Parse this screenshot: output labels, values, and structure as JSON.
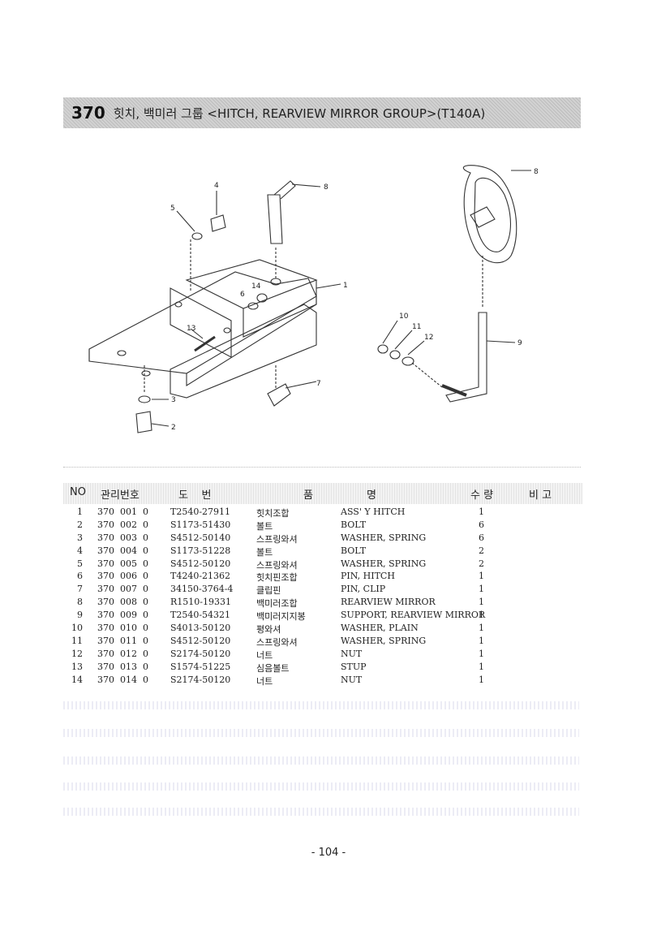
{
  "title": {
    "number": "370",
    "text": "힛치, 백미러 그룹 <HITCH, REARVIEW MIRROR GROUP>(T140A)"
  },
  "diagram_labels": [
    "1",
    "2",
    "3",
    "4",
    "5",
    "6",
    "7",
    "8",
    "8",
    "9",
    "10",
    "11",
    "12",
    "13",
    "14"
  ],
  "table": {
    "headers": {
      "no": "NO",
      "code": "관리번호",
      "part": "도    번",
      "name_kr": "품",
      "name_en": "명",
      "qty": "수 량",
      "remark": "비 고"
    },
    "rows": [
      {
        "no": "1",
        "code": "370  001  0",
        "part": "T2540-27911",
        "kr": "힛치조합",
        "en": "ASS' Y HITCH",
        "qty": "1"
      },
      {
        "no": "2",
        "code": "370  002  0",
        "part": "S1173-51430",
        "kr": "볼트",
        "en": "BOLT",
        "qty": "6"
      },
      {
        "no": "3",
        "code": "370  003  0",
        "part": "S4512-50140",
        "kr": "스프링와셔",
        "en": "WASHER, SPRING",
        "qty": "6"
      },
      {
        "no": "4",
        "code": "370  004  0",
        "part": "S1173-51228",
        "kr": "볼트",
        "en": "BOLT",
        "qty": "2"
      },
      {
        "no": "5",
        "code": "370  005  0",
        "part": "S4512-50120",
        "kr": "스프링와셔",
        "en": "WASHER, SPRING",
        "qty": "2"
      },
      {
        "no": "6",
        "code": "370  006  0",
        "part": "T4240-21362",
        "kr": "힛치핀조합",
        "en": "PIN, HITCH",
        "qty": "1"
      },
      {
        "no": "7",
        "code": "370  007  0",
        "part": "34150-3764-4",
        "kr": "클립핀",
        "en": "PIN, CLIP",
        "qty": "1"
      },
      {
        "no": "8",
        "code": "370  008  0",
        "part": "R1510-19331",
        "kr": "백미러조합",
        "en": "REARVIEW MIRROR",
        "qty": "1"
      },
      {
        "no": "9",
        "code": "370  009  0",
        "part": "T2540-54321",
        "kr": "백미러지지봉",
        "en": "SUPPORT, REARVIEW MIRROR",
        "qty": "1"
      },
      {
        "no": "10",
        "code": "370  010  0",
        "part": "S4013-50120",
        "kr": "평와셔",
        "en": "WASHER, PLAIN",
        "qty": "1"
      },
      {
        "no": "11",
        "code": "370  011  0",
        "part": "S4512-50120",
        "kr": "스프링와셔",
        "en": "WASHER, SPRING",
        "qty": "1"
      },
      {
        "no": "12",
        "code": "370  012  0",
        "part": "S2174-50120",
        "kr": "너트",
        "en": "NUT",
        "qty": "1"
      },
      {
        "no": "13",
        "code": "370  013  0",
        "part": "S1574-51225",
        "kr": "심음볼트",
        "en": "STUP",
        "qty": "1"
      },
      {
        "no": "14",
        "code": "370  014  0",
        "part": "S2174-50120",
        "kr": "너트",
        "en": "NUT",
        "qty": "1"
      }
    ]
  },
  "page_number": "- 104 -"
}
